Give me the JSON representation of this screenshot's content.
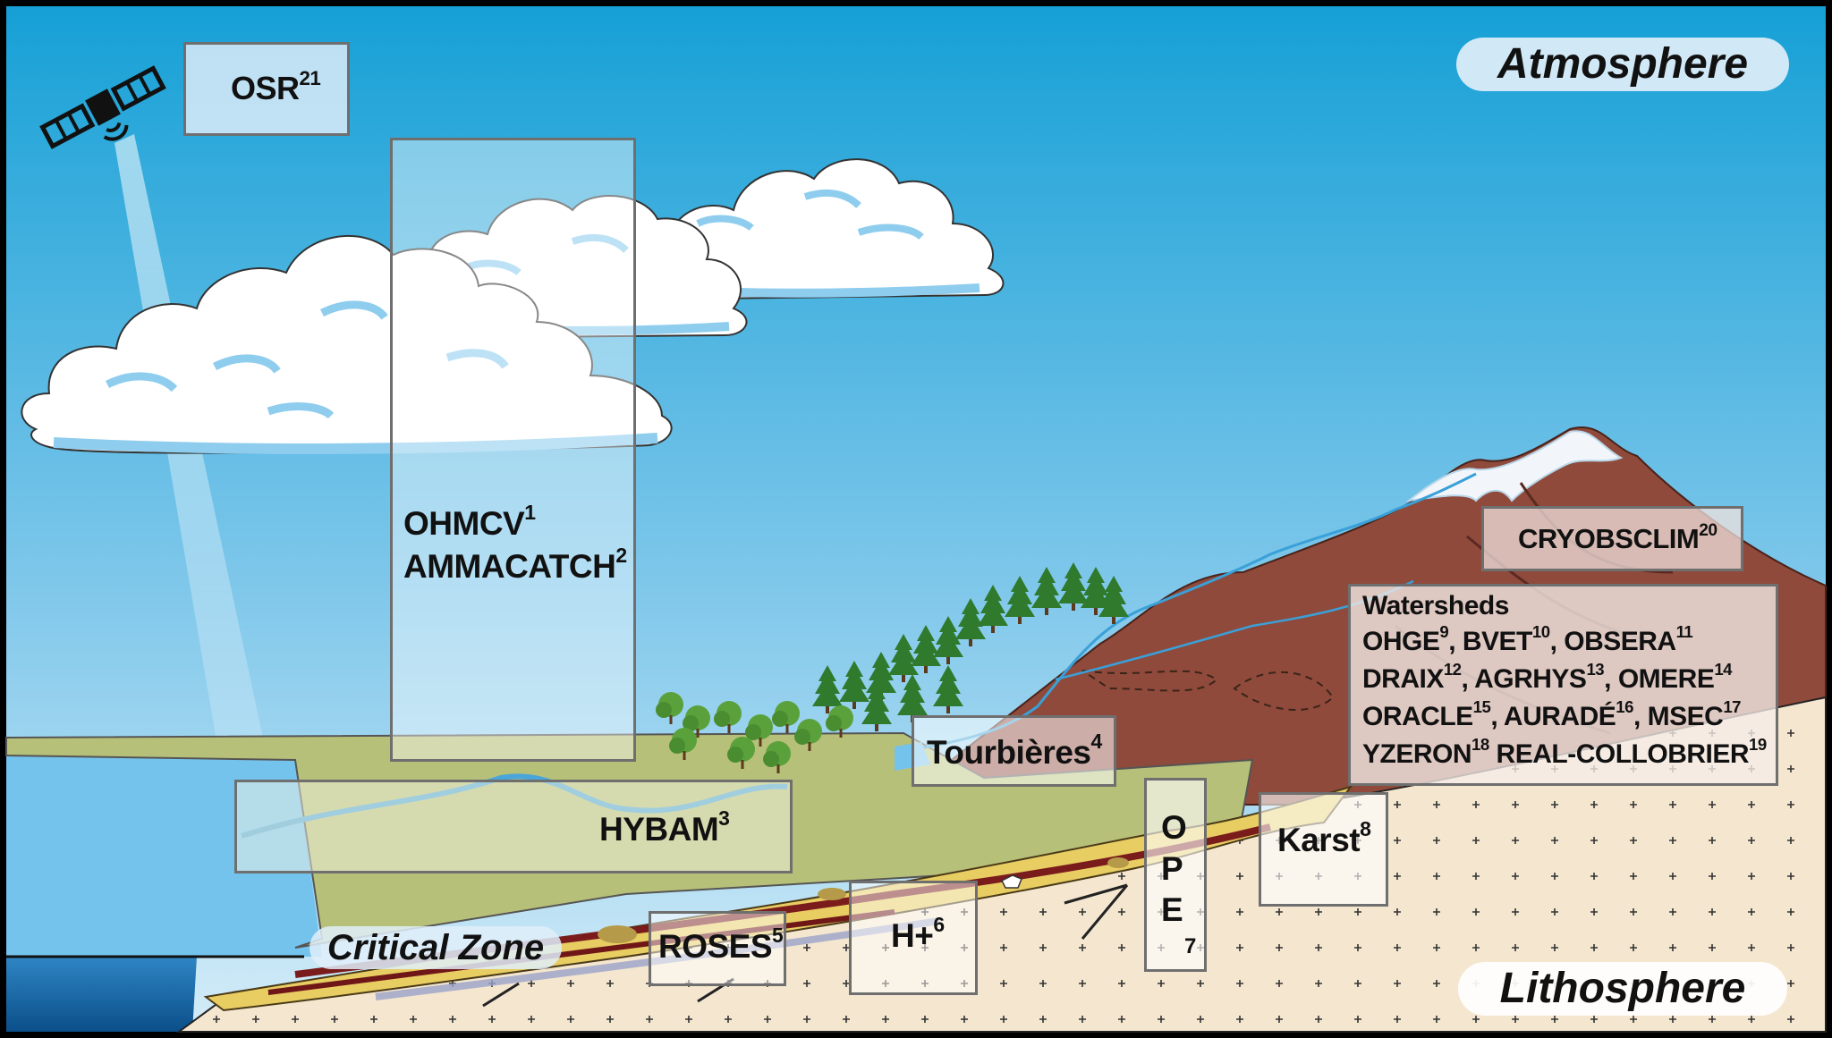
{
  "layers": {
    "atmosphere": "Atmosphere",
    "critical_zone": "Critical Zone",
    "lithosphere": "Lithosphere"
  },
  "observatories": {
    "osr": {
      "name": "OSR",
      "ref": "21"
    },
    "ohmcv": {
      "name": "OHMCV",
      "ref": "1"
    },
    "ammacatch": {
      "name": "AMMACATCH",
      "ref": "2"
    },
    "hybam": {
      "name": "HYBAM",
      "ref": "3"
    },
    "tourbieres": {
      "name": "Tourbières",
      "ref": "4"
    },
    "roses": {
      "name": "ROSES",
      "ref": "5"
    },
    "hplus": {
      "name": "H+",
      "ref": "6"
    },
    "ope": {
      "letters": [
        "O",
        "P",
        "E"
      ],
      "ref": "7"
    },
    "karst": {
      "name": "Karst",
      "ref": "8"
    },
    "cryobsclim": {
      "name": "CRYOBSCLIM",
      "ref": "20"
    }
  },
  "watersheds": {
    "title": "Watersheds",
    "rows": [
      [
        {
          "name": "OHGE",
          "ref": "9"
        },
        {
          "name": "BVET",
          "ref": "10"
        },
        {
          "name": "OBSERA",
          "ref": "11"
        }
      ],
      [
        {
          "name": "DRAIX",
          "ref": "12"
        },
        {
          "name": "AGRHYS",
          "ref": "13"
        },
        {
          "name": "OMERE",
          "ref": "14"
        }
      ],
      [
        {
          "name": "ORACLE",
          "ref": "15"
        },
        {
          "name": "AURADÉ",
          "ref": "16"
        },
        {
          "name": "MSEC",
          "ref": "17"
        }
      ],
      [
        {
          "name": "YZERON",
          "ref": "18"
        },
        {
          "name": "REAL-COLLOBRIER",
          "ref": "19"
        }
      ]
    ]
  },
  "colors": {
    "sky_top": "#1a9ed4",
    "sky_bottom": "#cfe9f7",
    "ocean": "#72c2ec",
    "grass": "#b8c07a",
    "mountain": "#8f4a3c",
    "sediment": "#e8cd63",
    "bedrock": "#f4e3c9",
    "box_border": "#6f6f6f"
  }
}
